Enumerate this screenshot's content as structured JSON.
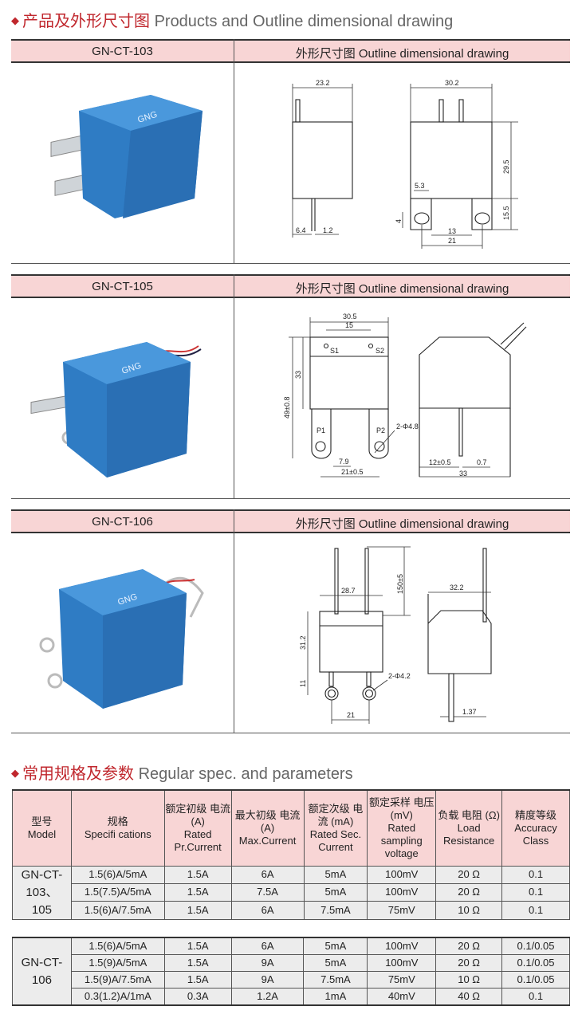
{
  "section1": {
    "title_cn": "产品及外形尺寸图",
    "title_en": "Products and Outline dimensional drawing"
  },
  "products": [
    {
      "model": "GN-CT-103",
      "drawing_label": "外形尺寸图 Outline dimensional drawing",
      "photo_logo": "GNG",
      "dims": {
        "w_side": "23.2",
        "w_front": "30.2",
        "d1": "6.4",
        "d2": "1.2",
        "h_body": "29.5",
        "h_tab": "15.5",
        "tab_w": "5.3",
        "hole": "4",
        "gap": "13",
        "pitch": "21"
      }
    },
    {
      "model": "GN-CT-105",
      "drawing_label": "外形尺寸图 Outline dimensional drawing",
      "photo_logo": "GNG",
      "dims": {
        "width": "30.5",
        "pin_pitch": "15",
        "s1": "S1",
        "s2": "S2",
        "total_h": "49±0.8",
        "body_h": "33",
        "p1": "P1",
        "p2": "P2",
        "hole": "2-Φ4.8",
        "offset": "7.9",
        "pitch": "21±0.5",
        "side_off": "12±0.5",
        "pin_t": "0.7",
        "depth": "33"
      }
    },
    {
      "model": "GN-CT-106",
      "drawing_label": "外形尺寸图 Outline dimensional drawing",
      "photo_logo": "GNG",
      "dims": {
        "width": "28.7",
        "lead": "150±5",
        "body_h": "31.2",
        "tab_h": "11",
        "hole": "2-Φ4.2",
        "pitch": "21",
        "depth": "32.2",
        "pin_t": "1.37"
      }
    }
  ],
  "section2": {
    "title_cn": "常用规格及参数",
    "title_en": "Regular spec. and parameters"
  },
  "spec_table": {
    "headers": [
      {
        "cn": "型号",
        "en": "Model"
      },
      {
        "cn": "规格",
        "en": "Specifi cations"
      },
      {
        "cn": "额定初级 电流 (A)",
        "en": "Rated Pr.Current"
      },
      {
        "cn": "最大初级 电流 (A)",
        "en": "Max.Current"
      },
      {
        "cn": "额定次级 电流 (mA)",
        "en": "Rated Sec. Current"
      },
      {
        "cn": "额定采样 电压 (mV)",
        "en": "Rated sampling voltage"
      },
      {
        "cn": "负载 电阻 (Ω)",
        "en": "Load Resistance"
      },
      {
        "cn": "精度等级",
        "en": "Accuracy Class"
      }
    ],
    "group1": {
      "model": "GN-CT-103、105",
      "rows": [
        [
          "1.5(6)A/5mA",
          "1.5A",
          "6A",
          "5mA",
          "100mV",
          "20 Ω",
          "0.1"
        ],
        [
          "1.5(7.5)A/5mA",
          "1.5A",
          "7.5A",
          "5mA",
          "100mV",
          "20 Ω",
          "0.1"
        ],
        [
          "1.5(6)A/7.5mA",
          "1.5A",
          "6A",
          "7.5mA",
          "75mV",
          "10 Ω",
          "0.1"
        ]
      ]
    },
    "group2": {
      "model": "GN-CT-106",
      "rows": [
        [
          "1.5(6)A/5mA",
          "1.5A",
          "6A",
          "5mA",
          "100mV",
          "20 Ω",
          "0.1/0.05"
        ],
        [
          "1.5(9)A/5mA",
          "1.5A",
          "9A",
          "5mA",
          "100mV",
          "20 Ω",
          "0.1/0.05"
        ],
        [
          "1.5(9)A/7.5mA",
          "1.5A",
          "9A",
          "7.5mA",
          "75mV",
          "10 Ω",
          "0.1/0.05"
        ],
        [
          "0.3(1.2)A/1mA",
          "0.3A",
          "1.2A",
          "1mA",
          "40mV",
          "40 Ω",
          "0.1"
        ]
      ]
    }
  }
}
